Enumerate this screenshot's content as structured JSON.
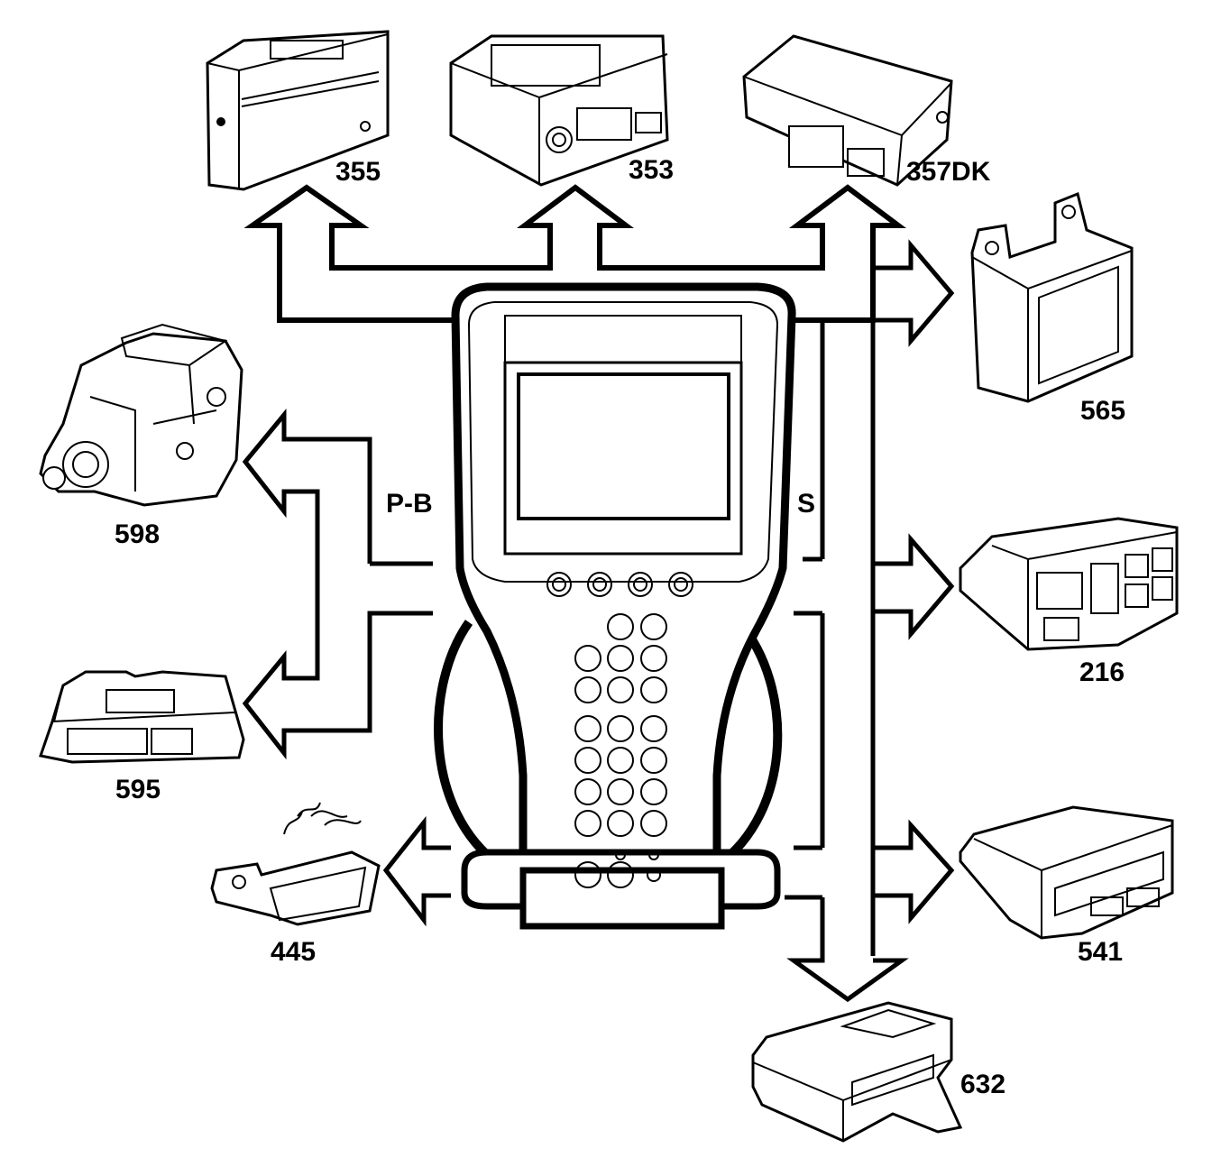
{
  "diagram": {
    "bus_labels": {
      "left": "P-B",
      "right": "S"
    },
    "modules": [
      {
        "id": "355",
        "label": "355"
      },
      {
        "id": "353",
        "label": "353"
      },
      {
        "id": "357DK",
        "label": "357DK"
      },
      {
        "id": "565",
        "label": "565"
      },
      {
        "id": "598",
        "label": "598"
      },
      {
        "id": "216",
        "label": "216"
      },
      {
        "id": "595",
        "label": "595"
      },
      {
        "id": "541",
        "label": "541"
      },
      {
        "id": "445",
        "label": "445"
      },
      {
        "id": "632",
        "label": "632"
      }
    ]
  }
}
